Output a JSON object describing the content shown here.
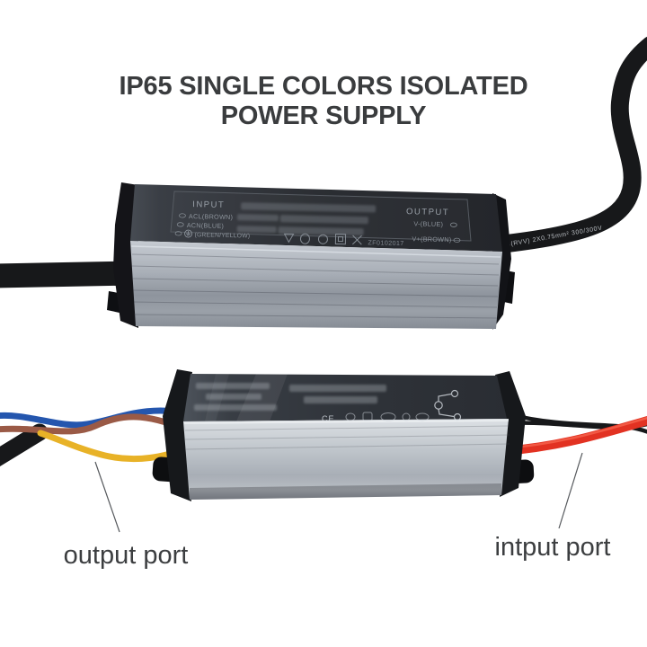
{
  "title": {
    "line1": "IP65 SINGLE COLORS ISOLATED",
    "line2": "POWER SUPPLY"
  },
  "top_unit": {
    "label": {
      "input_heading": "INPUT",
      "input_lines": [
        "ACL(BROWN)",
        "ACN(BLUE)",
        "(GREEN/YELLOW)"
      ],
      "output_heading": "OUTPUT",
      "output_lines": [
        "V-(BLUE)",
        "V+(BROWN)"
      ],
      "serial": "ZF0102017"
    },
    "cable_print": "53(RVV)  2X0.75mm²  300/300V"
  },
  "bottom_unit": {
    "cert_mark": "CE"
  },
  "annotations": {
    "output_label": "output port",
    "input_label": "intput port"
  },
  "colors": {
    "background": "#ffffff",
    "title_text": "#3a3c3e",
    "annotation_text": "#3c3e40",
    "wire_blue": "#2456ae",
    "wire_brown": "#9a5a46",
    "wire_yellow": "#e8b227",
    "wire_red": "#e23222",
    "cable_black": "#17181a",
    "aluminum_light": "#c9ced4",
    "aluminum_dark": "#8e949c",
    "label_face": "#2b2e33",
    "label_text": "#8f969e"
  }
}
